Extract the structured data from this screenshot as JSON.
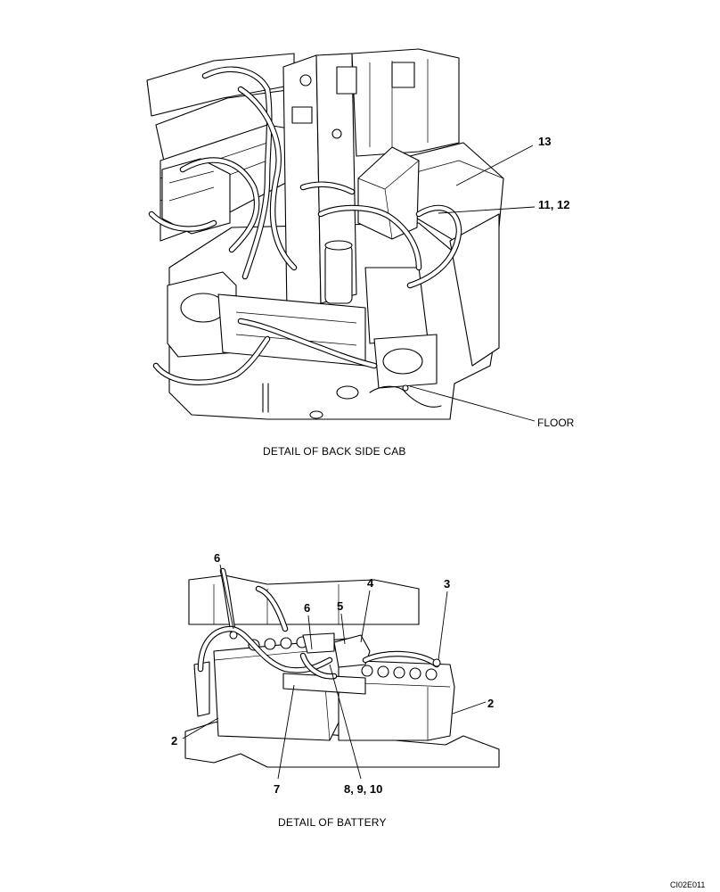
{
  "top_detail": {
    "caption": "DETAIL OF BACK SIDE CAB",
    "callouts": {
      "c13": "13",
      "c11_12": "11, 12",
      "floor": "FLOOR"
    }
  },
  "bottom_detail": {
    "caption": "DETAIL OF BATTERY",
    "callouts": {
      "c6a": "6",
      "c6b": "6",
      "c5": "5",
      "c4": "4",
      "c3": "3",
      "c2right": "2",
      "c2left": "2",
      "c7": "7",
      "c8_9_10": "8, 9, 10"
    }
  },
  "drawing_code": "CI02E011"
}
